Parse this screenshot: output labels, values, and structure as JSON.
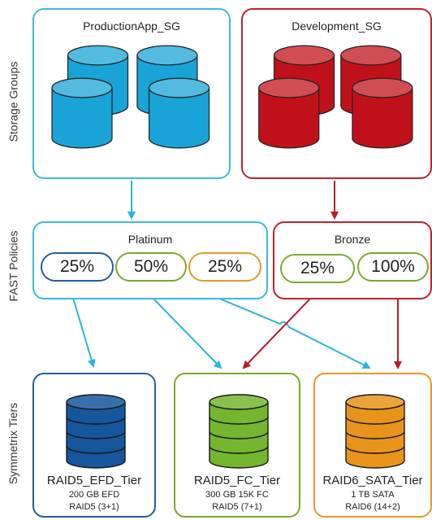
{
  "row_labels": [
    "Storage Groups",
    "FAST Policies",
    "Symmetrix Tiers"
  ],
  "storage_groups": [
    {
      "name": "ProductionApp_SG",
      "color": "#1aa3d6",
      "border": "#3bbbe0"
    },
    {
      "name": "Development_SG",
      "color": "#c0111a",
      "border": "#c0222c"
    }
  ],
  "policies": [
    {
      "name": "Platinum",
      "border": "#3bbbe0",
      "allocations": [
        {
          "value": "25%",
          "tier": "RAID5_EFD_Tier",
          "color": "#1f5f9e"
        },
        {
          "value": "50%",
          "tier": "RAID5_FC_Tier",
          "color": "#7aaa2a"
        },
        {
          "value": "25%",
          "tier": "RAID6_SATA_Tier",
          "color": "#e39a2a"
        }
      ]
    },
    {
      "name": "Bronze",
      "border": "#c0222c",
      "allocations": [
        {
          "value": "25%",
          "tier": "RAID5_FC_Tier",
          "color": "#7aaa2a"
        },
        {
          "value": "100%",
          "tier": "RAID6_SATA_Tier",
          "color": "#7aaa2a"
        }
      ]
    }
  ],
  "tiers": [
    {
      "name": "RAID5_EFD_Tier",
      "line1": "200 GB EFD",
      "line2": "RAID5 (3+1)",
      "color": "#15569c",
      "border": "#1f5f9e"
    },
    {
      "name": "RAID5_FC_Tier",
      "line1": "300 GB 15K FC",
      "line2": "RAID5 (7+1)",
      "color": "#74b62e",
      "border": "#7aaa2a"
    },
    {
      "name": "RAID6_SATA_Tier",
      "line1": "1 TB SATA",
      "line2": "RAID6 (14+2)",
      "color": "#e8941a",
      "border": "#e39a2a"
    }
  ],
  "arrow_colors": {
    "production": "#2bb3dd",
    "development": "#b81c26"
  }
}
